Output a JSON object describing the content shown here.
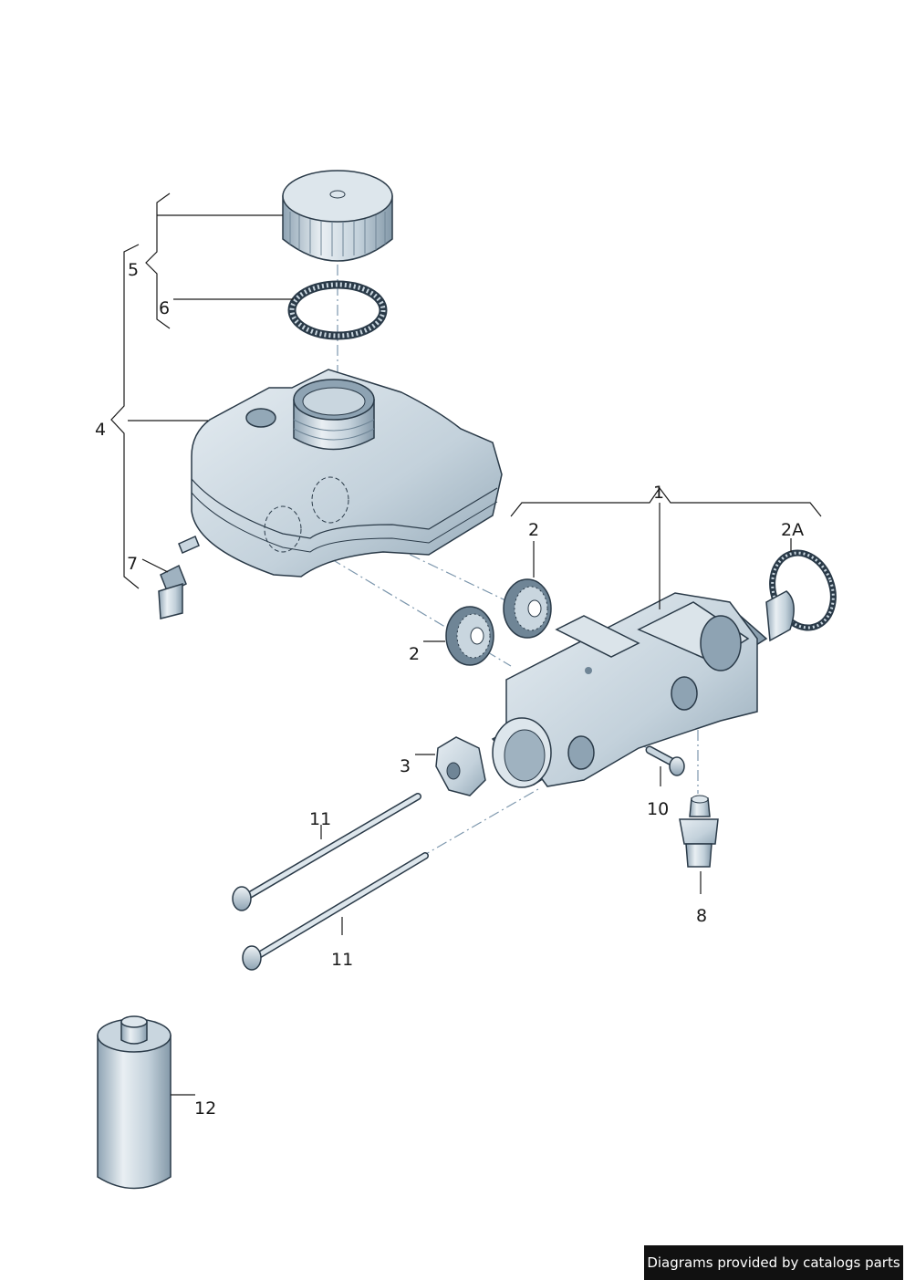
{
  "callouts": {
    "c1": "1",
    "c2a": "2",
    "c2b": "2",
    "c2A": "2A",
    "c3": "3",
    "c4": "4",
    "c5": "5",
    "c6": "6",
    "c7": "7",
    "c8": "8",
    "c10": "10",
    "c11a": "11",
    "c11b": "11",
    "c12": "12"
  },
  "footer": {
    "credit": "Diagrams provided by catalogs parts"
  },
  "colors": {
    "part_fill": "#c9d6df",
    "part_dark": "#8ea3b3",
    "outline": "#2a3a48",
    "axis_line": "#7d97ad",
    "credit_bg": "#111111"
  }
}
